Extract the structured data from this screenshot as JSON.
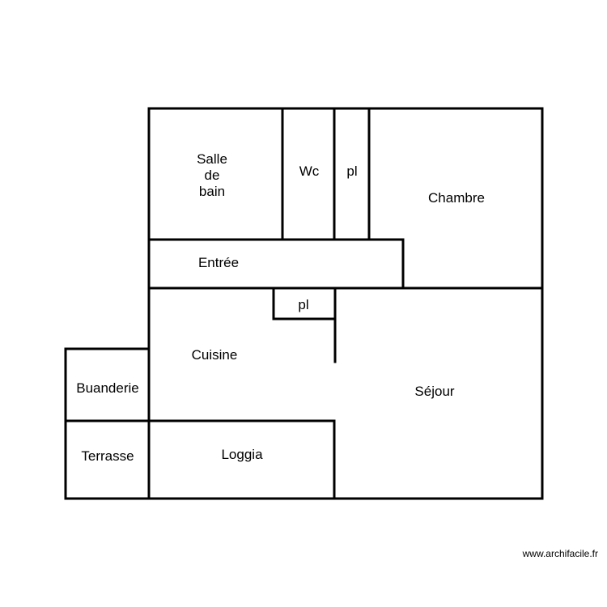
{
  "rooms": {
    "salle_de_bain": [
      "Salle",
      "de",
      "bain"
    ],
    "wc": "Wc",
    "placard_1": "pl",
    "chambre": "Chambre",
    "entree": "Entrée",
    "placard_2": "pl",
    "cuisine": "Cuisine",
    "sejour": "Séjour",
    "buanderie": "Buanderie",
    "terrasse": "Terrasse",
    "loggia": "Loggia"
  },
  "watermark": "www.archifacile.fr"
}
